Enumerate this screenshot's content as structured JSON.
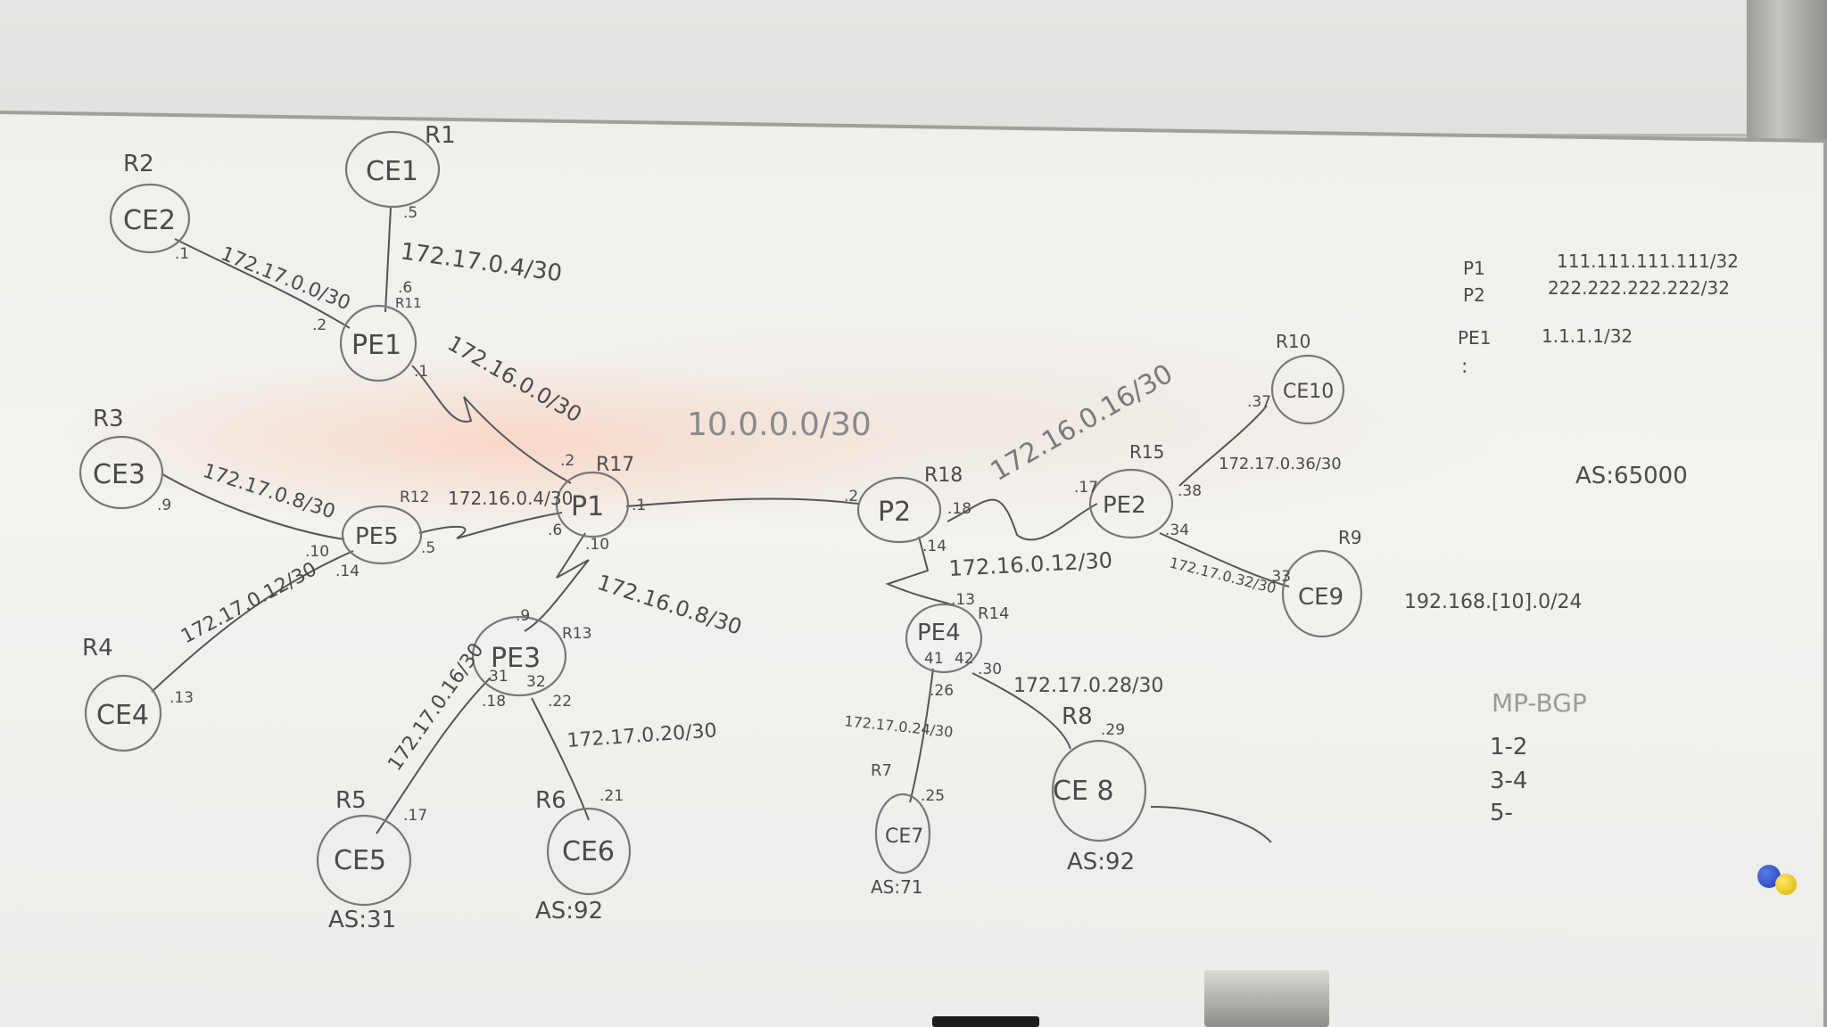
{
  "diagram": {
    "nodes": {
      "ce1": {
        "label": "CE1",
        "router": "R1"
      },
      "ce2": {
        "label": "CE2",
        "router": "R2"
      },
      "ce3": {
        "label": "CE3",
        "router": "R3"
      },
      "ce4": {
        "label": "CE4",
        "router": "R4"
      },
      "ce5": {
        "label": "CE5",
        "router": "R5",
        "as": "AS:31"
      },
      "ce6": {
        "label": "CE6",
        "router": "R6",
        "as": "AS:92"
      },
      "ce7": {
        "label": "CE7",
        "router": "R7",
        "as": "AS:71"
      },
      "ce8": {
        "label": "CE 8",
        "router": "R8",
        "as": "AS:92"
      },
      "ce9": {
        "label": "CE9",
        "router": "R9"
      },
      "ce10": {
        "label": "CE10",
        "router": "R10"
      },
      "pe1": {
        "label": "PE1",
        "router": "R11"
      },
      "pe2": {
        "label": "PE2",
        "router": "R15"
      },
      "pe3": {
        "label": "PE3",
        "router": "R13"
      },
      "pe4": {
        "label": "PE4",
        "router": "R14"
      },
      "pe5": {
        "label": "PE5",
        "router": "R12"
      },
      "p1": {
        "label": "P1",
        "router": "R17"
      },
      "p2": {
        "label": "P2",
        "router": "R18"
      }
    },
    "links": {
      "ce2_pe1": {
        "net": "172.17.0.0/30",
        "a": ".1",
        "b": ".2"
      },
      "ce1_pe1": {
        "net": "172.17.0.4/30",
        "a": ".5",
        "b": ".6"
      },
      "pe1_p1": {
        "net": "172.16.0.0/30",
        "a": ".1",
        "b": ".2"
      },
      "ce3_pe5": {
        "net": "172.17.0.8/30",
        "a": ".9",
        "b": ".10"
      },
      "pe5_p1": {
        "net": "172.16.0.4/30",
        "a": ".5",
        "b": ".6"
      },
      "ce4_pe5": {
        "net": "172.17.0.12/30",
        "a": ".13",
        "b": ".14"
      },
      "p1_pe3": {
        "net": "172.16.0.8/30",
        "a": ".10",
        "b": ".9"
      },
      "pe3_ce5": {
        "net": "172.17.0.16/30",
        "a": ".18",
        "b": ".17"
      },
      "pe3_ce6": {
        "net": "172.17.0.20/30",
        "a": ".22",
        "b": ".21"
      },
      "p1_p2": {
        "net": "10.0.0.0/30",
        "a": ".1",
        "b": ".2"
      },
      "p2_pe2": {
        "net": "172.16.0.16/30",
        "a": ".18",
        "b": ".17"
      },
      "p2_pe4": {
        "net": "172.16.0.12/30",
        "a": ".14",
        "b": ".13"
      },
      "pe4_ce7": {
        "net": "172.17.0.24/30",
        "a": ".26",
        "b": ".25"
      },
      "pe4_ce8": {
        "net": "172.17.0.28/30",
        "a": ".30",
        "b": ".29"
      },
      "pe2_ce10": {
        "net": "172.17.0.36/30",
        "a": ".38",
        "b": ".37"
      },
      "pe2_ce9": {
        "net": "172.17.0.32/30",
        "a": ".34",
        "b": ".33"
      }
    },
    "pe3_ports": {
      "left": "31",
      "right": "32"
    },
    "pe4_ports": {
      "left": "41",
      "right": "42"
    }
  },
  "notes": {
    "loopbacks": [
      {
        "name": "P1",
        "addr": "111.111.111.111/32"
      },
      {
        "name": "P2",
        "addr": "222.222.222.222/32"
      },
      {
        "name": "PE1",
        "addr": "1.1.1.1/32"
      }
    ],
    "ellipsis": ":",
    "as_label": "AS:65000",
    "lan": "192.168.[10].0/24",
    "mp_bgp_title": "MP-BGP",
    "mp_bgp_items": [
      "1-2",
      "3-4",
      "5-"
    ]
  },
  "colors": {
    "ink": "#4a4a4a",
    "board": "#f0f0ed",
    "magnet_blue": "#2746c7",
    "magnet_yellow": "#e8c500"
  }
}
